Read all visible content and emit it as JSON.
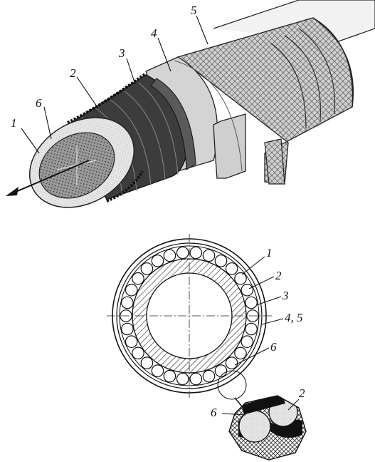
{
  "labels": {
    "top": {
      "l1": "1",
      "l2": "2",
      "l3": "3",
      "l4": "4",
      "l5": "5",
      "l6": "6"
    },
    "bottom": {
      "l1": "1",
      "l2": "2",
      "l3": "3",
      "l45": "4, 5",
      "l6": "6"
    },
    "detail": {
      "l2": "2",
      "l6": "6"
    }
  },
  "colors": {
    "ink": "#111111",
    "core": "#8f8f8f",
    "layer6": "#e4e4e4",
    "winding": "#3c3c3c",
    "layer4": "#d4d4d4",
    "layer5": "#cfcfcf"
  }
}
